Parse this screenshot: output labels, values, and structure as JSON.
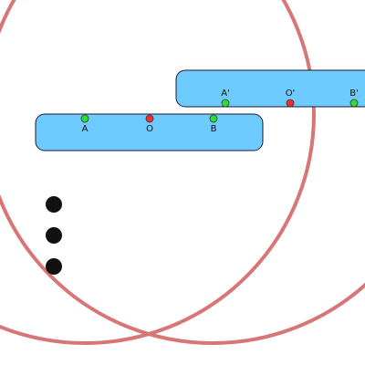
{
  "colors": {
    "circle": "#d87676",
    "bar_fill": "#6ecbff",
    "bar_stroke": "#1a1a2e",
    "endpoint": "#2ee02e",
    "midpoint": "#ff2a2a",
    "dot": "#111111"
  },
  "points": {
    "A": "A",
    "O": "O",
    "B": "B",
    "A_prime": "A'",
    "O_prime": "O'",
    "B_prime": "B'"
  },
  "menu": {
    "icon": "vertical-ellipsis-icon"
  }
}
